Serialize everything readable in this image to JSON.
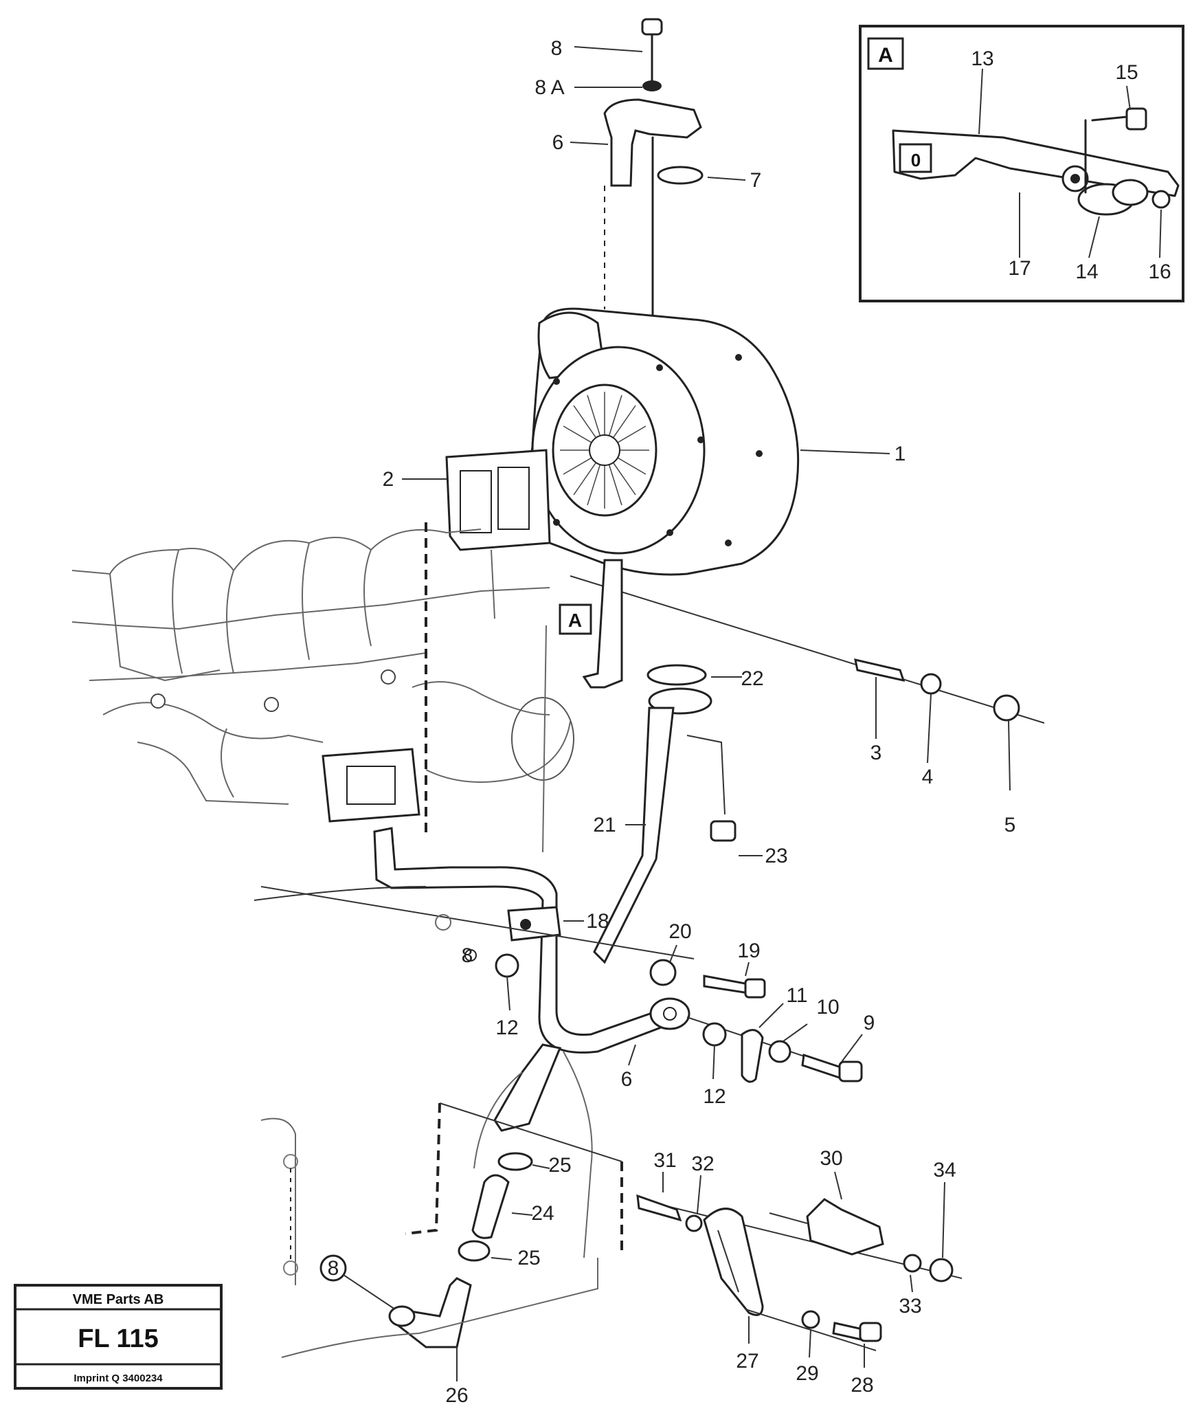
{
  "callouts": {
    "c1": "1",
    "c2": "2",
    "c3": "3",
    "c4": "4",
    "c5": "5",
    "c6": "6",
    "c6b": "6",
    "c7": "7",
    "c8": "8",
    "c8a": "8 A",
    "c8b": "8",
    "c8c": "8",
    "c9": "9",
    "c10": "10",
    "c11": "11",
    "c12a": "12",
    "c12b": "12",
    "c18": "18",
    "c19": "19",
    "c20": "20",
    "c21": "21",
    "c22": "22",
    "c23": "23",
    "c24": "24",
    "c25a": "25",
    "c25b": "25",
    "c26": "26",
    "c27": "27",
    "c28": "28",
    "c29": "29",
    "c30": "30",
    "c31": "31",
    "c32": "32",
    "c33": "33",
    "c34": "34",
    "cA": "A"
  },
  "inset": {
    "tag": "A",
    "part_label": "0",
    "callouts": {
      "c13": "13",
      "c14": "14",
      "c15": "15",
      "c16": "16",
      "c17": "17"
    }
  },
  "title_block": {
    "company": "VME Parts AB",
    "code": "FL 115",
    "footer": "Imprint Q 3400234"
  }
}
